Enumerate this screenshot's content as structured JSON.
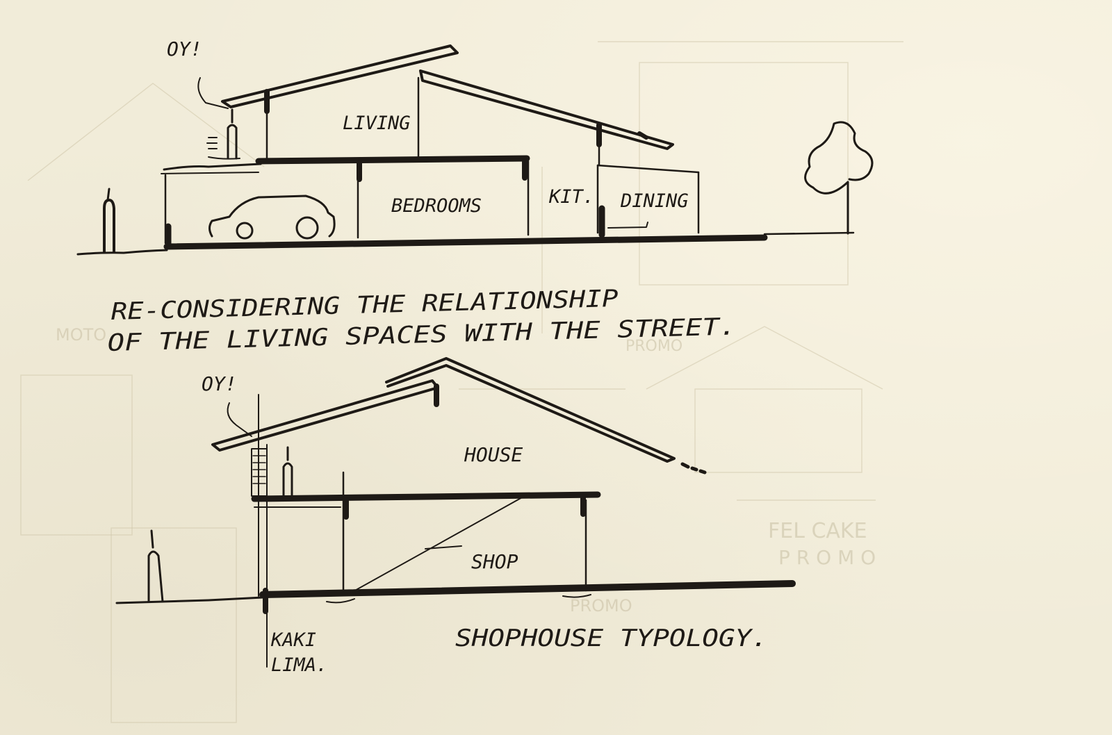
{
  "sketch": {
    "top_section": {
      "exclamation": "OY!",
      "rooms": {
        "living": "LIVING",
        "bedrooms": "BEDROOMS",
        "kitchen": "KIT.",
        "dining": "DINING"
      }
    },
    "caption": {
      "line1": "RE-CONSIDERING THE RELATIONSHIP",
      "line2": "OF THE LIVING SPACES WITH THE STREET."
    },
    "bottom_section": {
      "exclamation": "OY!",
      "rooms": {
        "house": "HOUSE",
        "shop": "SHOP"
      },
      "walkway_line1": "KAKI",
      "walkway_line2": "LIMA.",
      "title": "SHOPHOUSE TYPOLOGY."
    }
  },
  "colors": {
    "paper": "#f1ecd9",
    "ink": "#1e1a16"
  }
}
